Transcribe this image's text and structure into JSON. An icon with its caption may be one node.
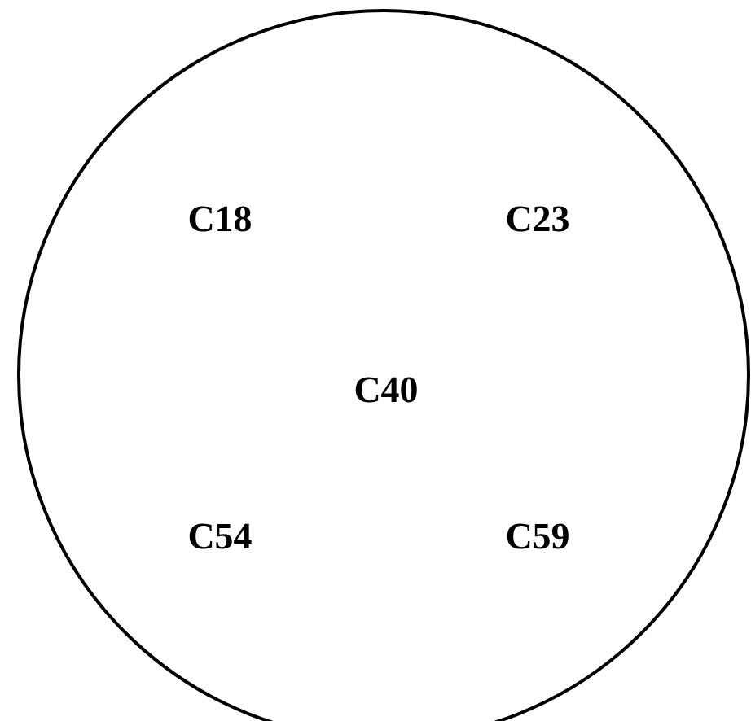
{
  "diagram": {
    "nodes": [
      {
        "text": [
          "C18",
          "C23",
          "C40",
          "C54",
          "C59"
        ]
      }
    ]
  }
}
